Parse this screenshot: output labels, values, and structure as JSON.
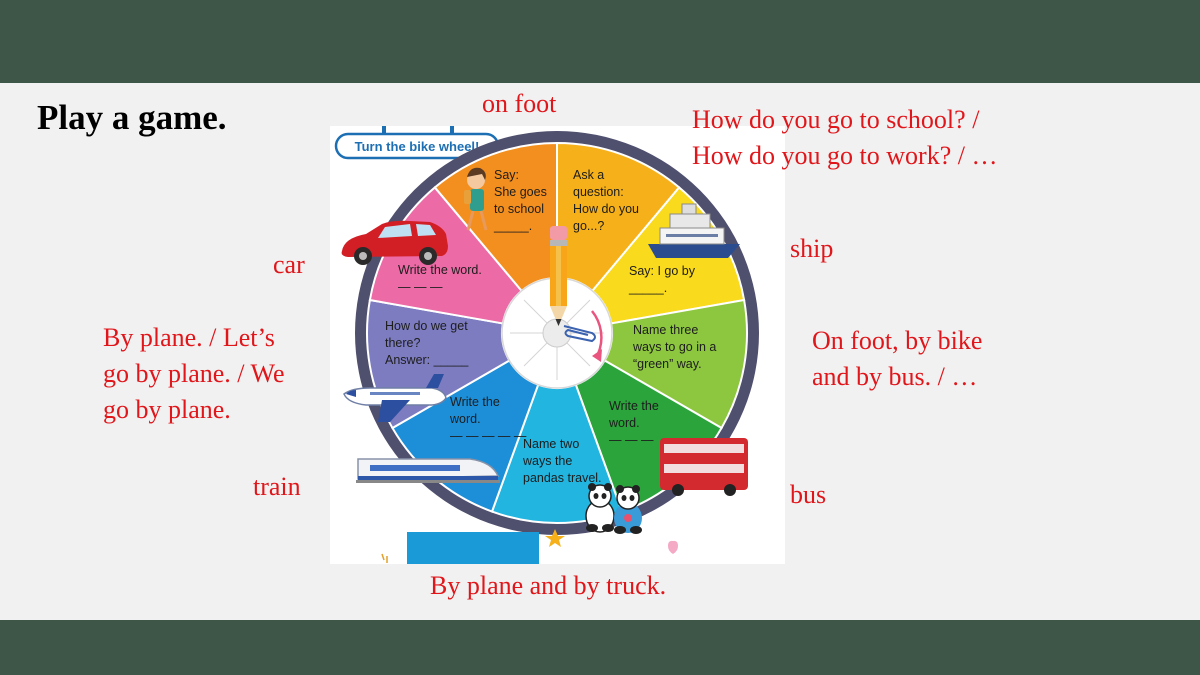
{
  "slide": {
    "title": "Play a game.",
    "bike_wheel_banner": "Turn the bike wheel!"
  },
  "wheel": {
    "segments": [
      {
        "color": "#f6b01a",
        "lines": [
          "Say:",
          "She goes",
          "to school",
          "_____."
        ]
      },
      {
        "color": "#f9da1c",
        "lines": [
          "Ask a",
          "question:",
          "How do you",
          "go...?"
        ]
      },
      {
        "color": "#8dc63f",
        "lines": [
          "Say: I go by",
          "_____."
        ]
      },
      {
        "color": "#2aa43b",
        "lines": [
          "Name three",
          "ways to go in a",
          "“green” way."
        ]
      },
      {
        "color": "#21b5e0",
        "lines": [
          "Write the",
          "word.",
          "— — —"
        ]
      },
      {
        "color": "#1d8fd8",
        "lines": [
          "Name two",
          "ways the",
          "pandas travel."
        ]
      },
      {
        "color": "#7d7cc0",
        "lines": [
          "Write the",
          "word.",
          "— — — — —"
        ]
      },
      {
        "color": "#ec6aa5",
        "lines": [
          "How do we get",
          "there?",
          "Answer: _____"
        ]
      },
      {
        "color": "#f38f1e",
        "lines": [
          "Write the word.",
          "— — —"
        ]
      }
    ]
  },
  "answers": {
    "on_foot": "on foot",
    "question_line1": "How do you go to school? /",
    "question_line2": "How do you go to work? / …",
    "ship": "ship",
    "car": "car",
    "plane_line1": "By plane. / Let’s",
    "plane_line2": "go by plane. / We",
    "plane_line3": "go by plane.",
    "green_line1": "On foot, by bike",
    "green_line2": "and by bus. / …",
    "train": "train",
    "bus": "bus",
    "pandas": "By plane and by truck."
  },
  "colors": {
    "frame": "#3d5647",
    "answer_text": "#e0161b",
    "wheel_rim": "#4f4f6e"
  }
}
